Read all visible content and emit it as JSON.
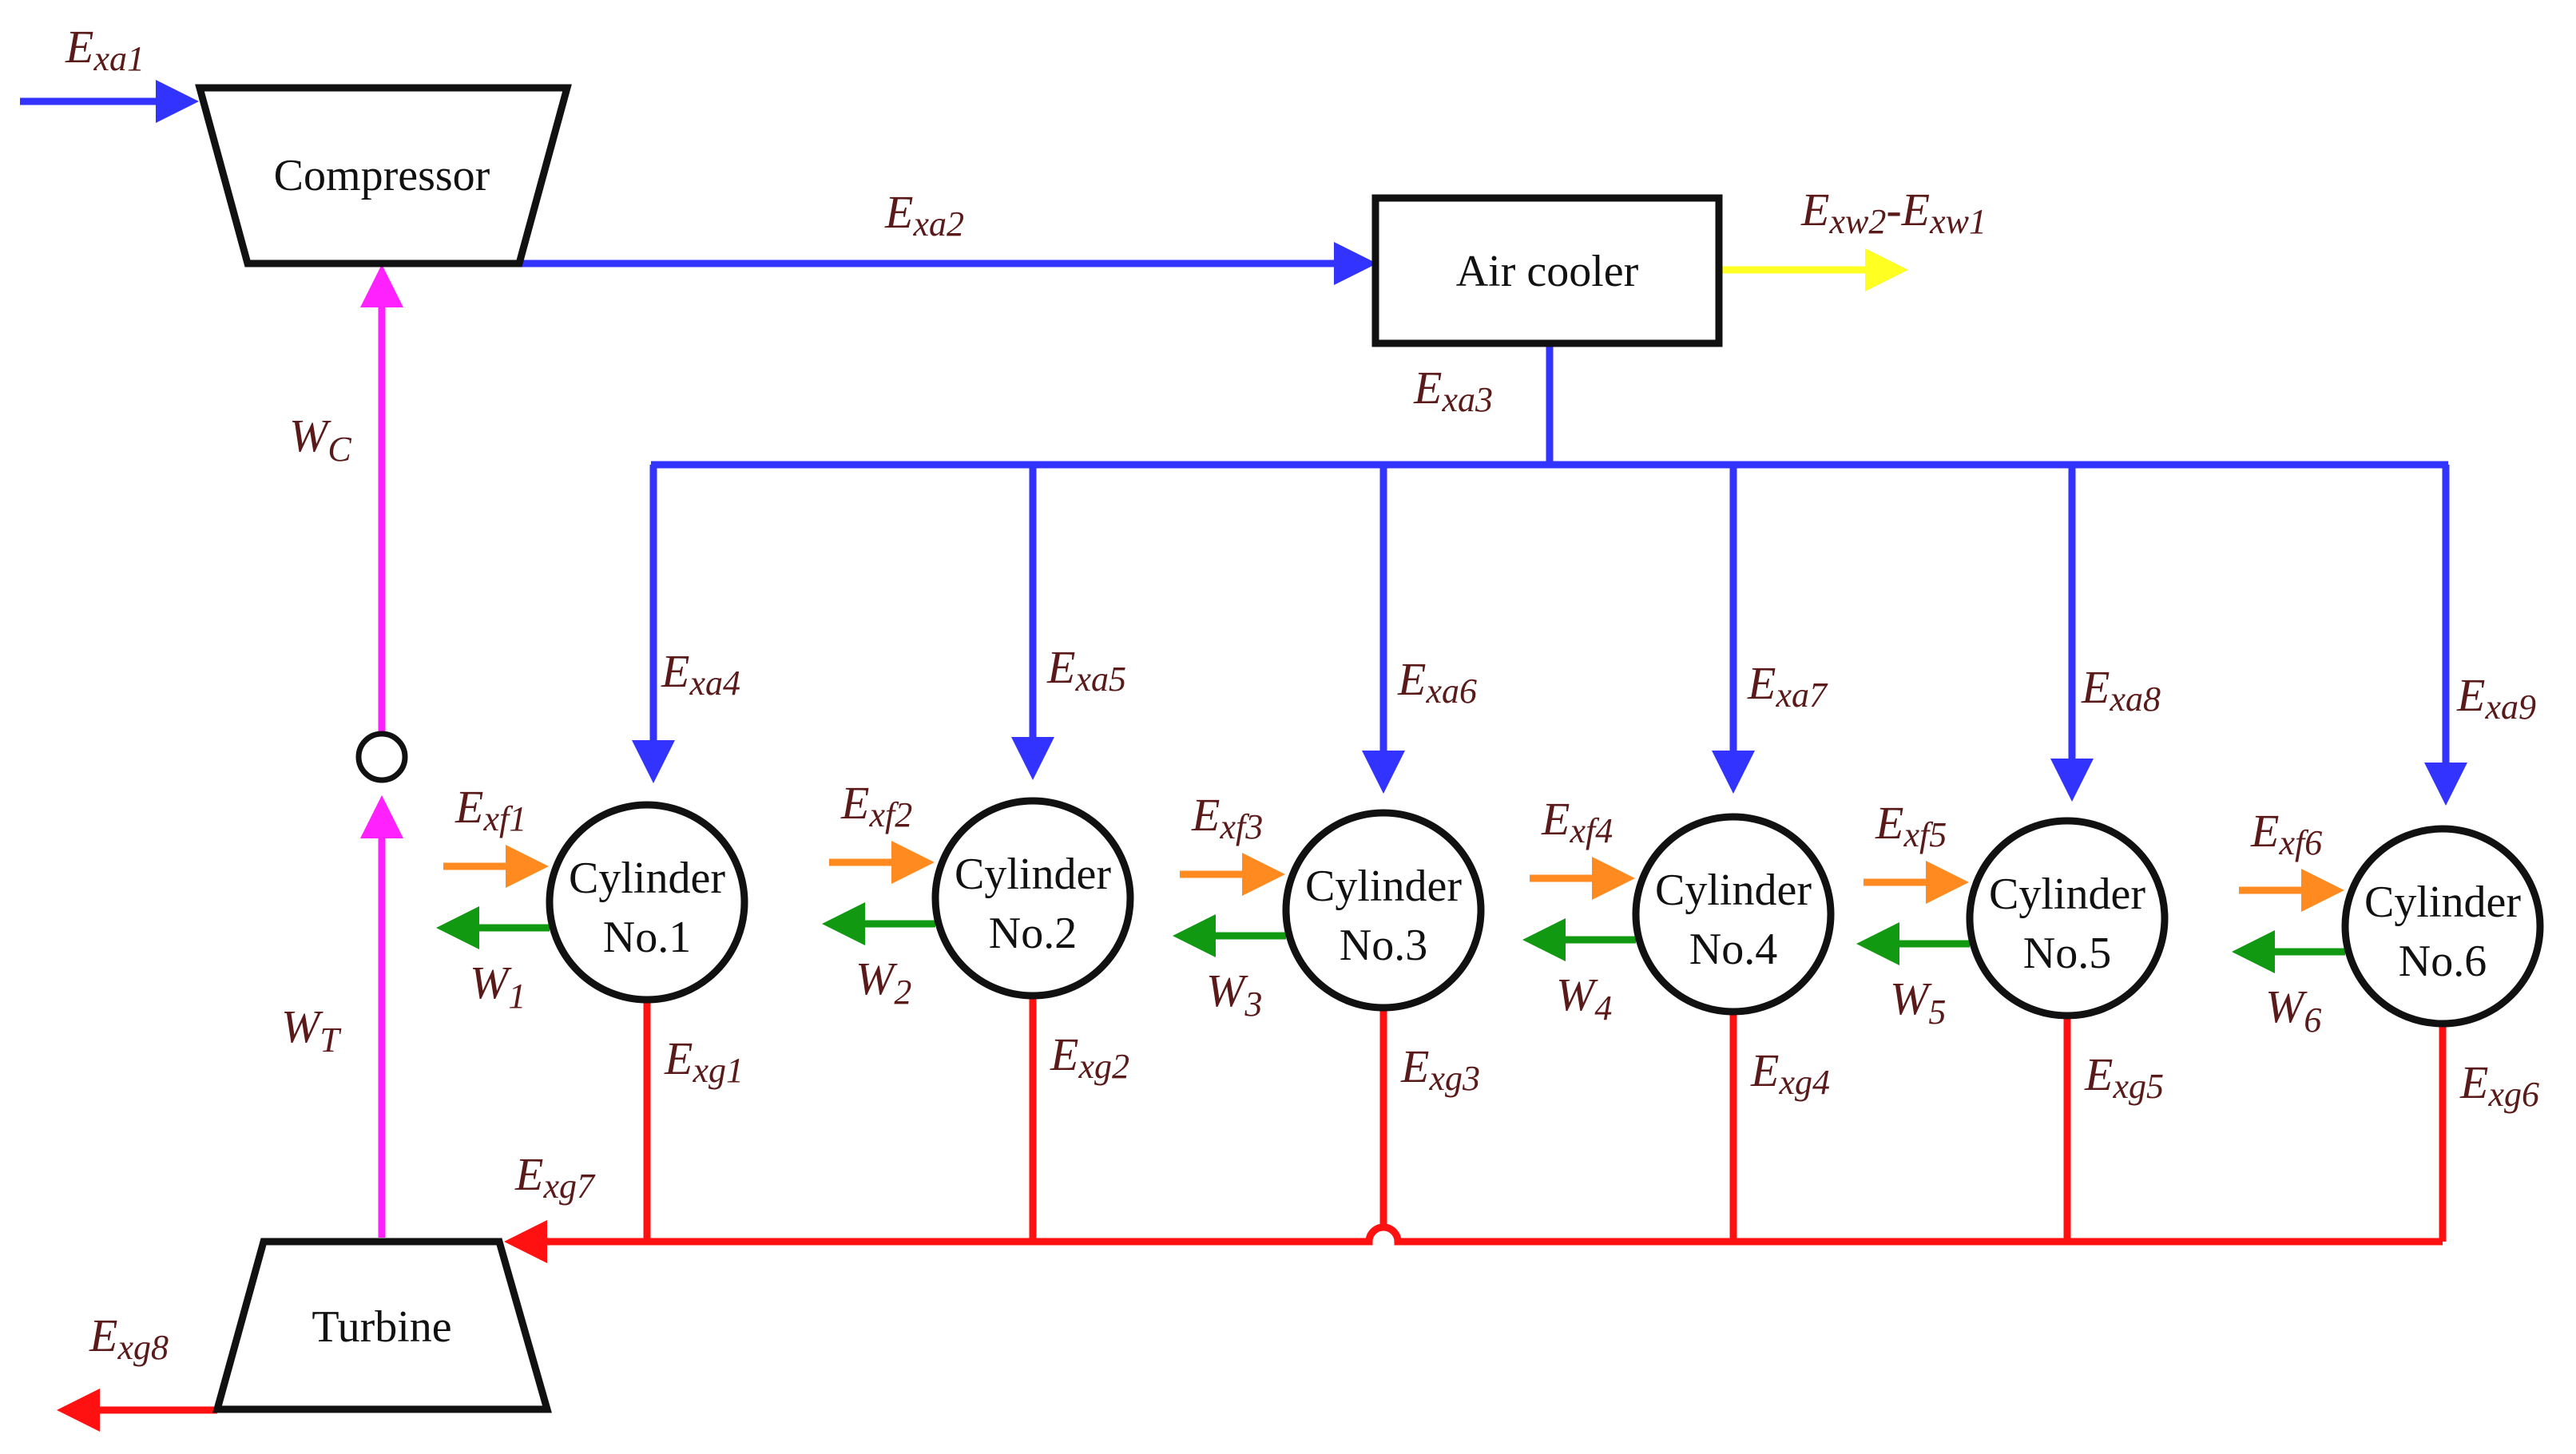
{
  "colors": {
    "air": "#3333ff",
    "exhaust": "#ff1111",
    "work": "#ff22ff",
    "coolant": "#ffff22",
    "fuel": "#ff8a1f",
    "cyl_work": "#119911",
    "outline": "#111111",
    "label": "#5a1a1a"
  },
  "components": {
    "compressor": "Compressor",
    "turbine": "Turbine",
    "air_cooler": "Air cooler"
  },
  "cylinders": [
    {
      "line1": "Cylinder",
      "line2": "No.1",
      "air_sub": "xa4",
      "fuel_sub": "xf1",
      "work_sub": "1",
      "gas_sub": "xg1"
    },
    {
      "line1": "Cylinder",
      "line2": "No.2",
      "air_sub": "xa5",
      "fuel_sub": "xf2",
      "work_sub": "2",
      "gas_sub": "xg2"
    },
    {
      "line1": "Cylinder",
      "line2": "No.3",
      "air_sub": "xa6",
      "fuel_sub": "xf3",
      "work_sub": "3",
      "gas_sub": "xg3"
    },
    {
      "line1": "Cylinder",
      "line2": "No.4",
      "air_sub": "xa7",
      "fuel_sub": "xf4",
      "work_sub": "4",
      "gas_sub": "xg4"
    },
    {
      "line1": "Cylinder",
      "line2": "No.5",
      "air_sub": "xa8",
      "fuel_sub": "xf5",
      "work_sub": "5",
      "gas_sub": "xg5"
    },
    {
      "line1": "Cylinder",
      "line2": "No.6",
      "air_sub": "xa9",
      "fuel_sub": "xf6",
      "work_sub": "6",
      "gas_sub": "xg6"
    }
  ],
  "symbols": {
    "E": "E",
    "W": "W"
  },
  "labels": {
    "exa1": "xa1",
    "exa2": "xa2",
    "exa3": "xa3",
    "exw2": "xw2",
    "exw_sep": "-",
    "exw1": "xw1",
    "wc": "C",
    "wt": "T",
    "exg7": "xg7",
    "exg8": "xg8"
  }
}
